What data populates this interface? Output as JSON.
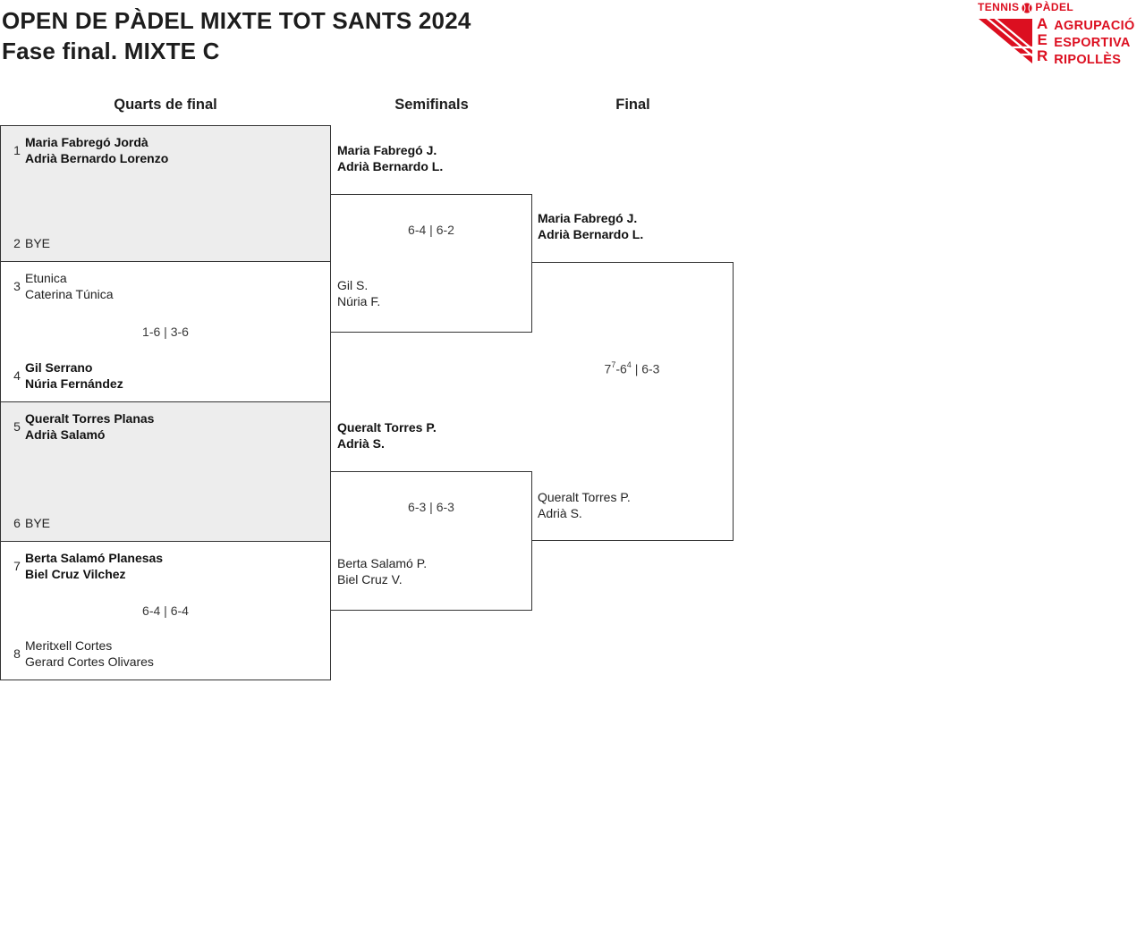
{
  "header": {
    "title": "OPEN DE PÀDEL MIXTE TOT SANTS 2024",
    "subtitle": "Fase final. MIXTE C"
  },
  "logo": {
    "top_left": "TENNIS",
    "top_right": "PÀDEL",
    "acronym": [
      "A",
      "E",
      "R"
    ],
    "name_lines": [
      "AGRUPACIÓ",
      "ESPORTIVA",
      "RIPOLLÈS"
    ],
    "brand_red": "#dc0f20"
  },
  "columns": [
    "Quarts de final",
    "Semifinals",
    "Final"
  ],
  "quarterfinals": [
    {
      "team1": {
        "seed": "1",
        "players": [
          "Maria Fabregó Jordà",
          "Adrià Bernardo Lorenzo"
        ],
        "winner": true
      },
      "team2": {
        "seed": "2",
        "players": [
          "BYE"
        ],
        "winner": false
      },
      "score": ""
    },
    {
      "team1": {
        "seed": "3",
        "players": [
          "Etunica",
          "Caterina Túnica"
        ],
        "winner": false
      },
      "team2": {
        "seed": "4",
        "players": [
          "Gil Serrano",
          "Núria Fernández"
        ],
        "winner": true
      },
      "score": "1-6 | 3-6"
    },
    {
      "team1": {
        "seed": "5",
        "players": [
          "Queralt Torres Planas",
          "Adrià Salamó"
        ],
        "winner": true
      },
      "team2": {
        "seed": "6",
        "players": [
          "BYE"
        ],
        "winner": false
      },
      "score": ""
    },
    {
      "team1": {
        "seed": "7",
        "players": [
          "Berta Salamó Planesas",
          "Biel Cruz Vilchez"
        ],
        "winner": true
      },
      "team2": {
        "seed": "8",
        "players": [
          "Meritxell Cortes",
          "Gerard Cortes Olivares"
        ],
        "winner": false
      },
      "score": "6-4 | 6-4"
    }
  ],
  "semifinals": [
    {
      "team1": {
        "players": [
          "Maria Fabregó J.",
          "Adrià Bernardo L."
        ],
        "winner": true
      },
      "team2": {
        "players": [
          "Gil S.",
          "Núria F."
        ],
        "winner": false
      },
      "score": "6-4 | 6-2"
    },
    {
      "team1": {
        "players": [
          "Queralt Torres P.",
          "Adrià S."
        ],
        "winner": true
      },
      "team2": {
        "players": [
          "Berta Salamó P.",
          "Biel Cruz V."
        ],
        "winner": false
      },
      "score": "6-3 | 6-3"
    }
  ],
  "final": {
    "team1": {
      "players": [
        "Maria Fabregó J.",
        "Adrià Bernardo L."
      ],
      "winner": true
    },
    "team2": {
      "players": [
        "Queralt Torres P.",
        "Adrià S."
      ],
      "winner": false
    },
    "score": {
      "g1": "7",
      "tb1": "7",
      "dash": "-",
      "g2": "6",
      "tb2": "4",
      "rest": " | 6-3"
    }
  }
}
